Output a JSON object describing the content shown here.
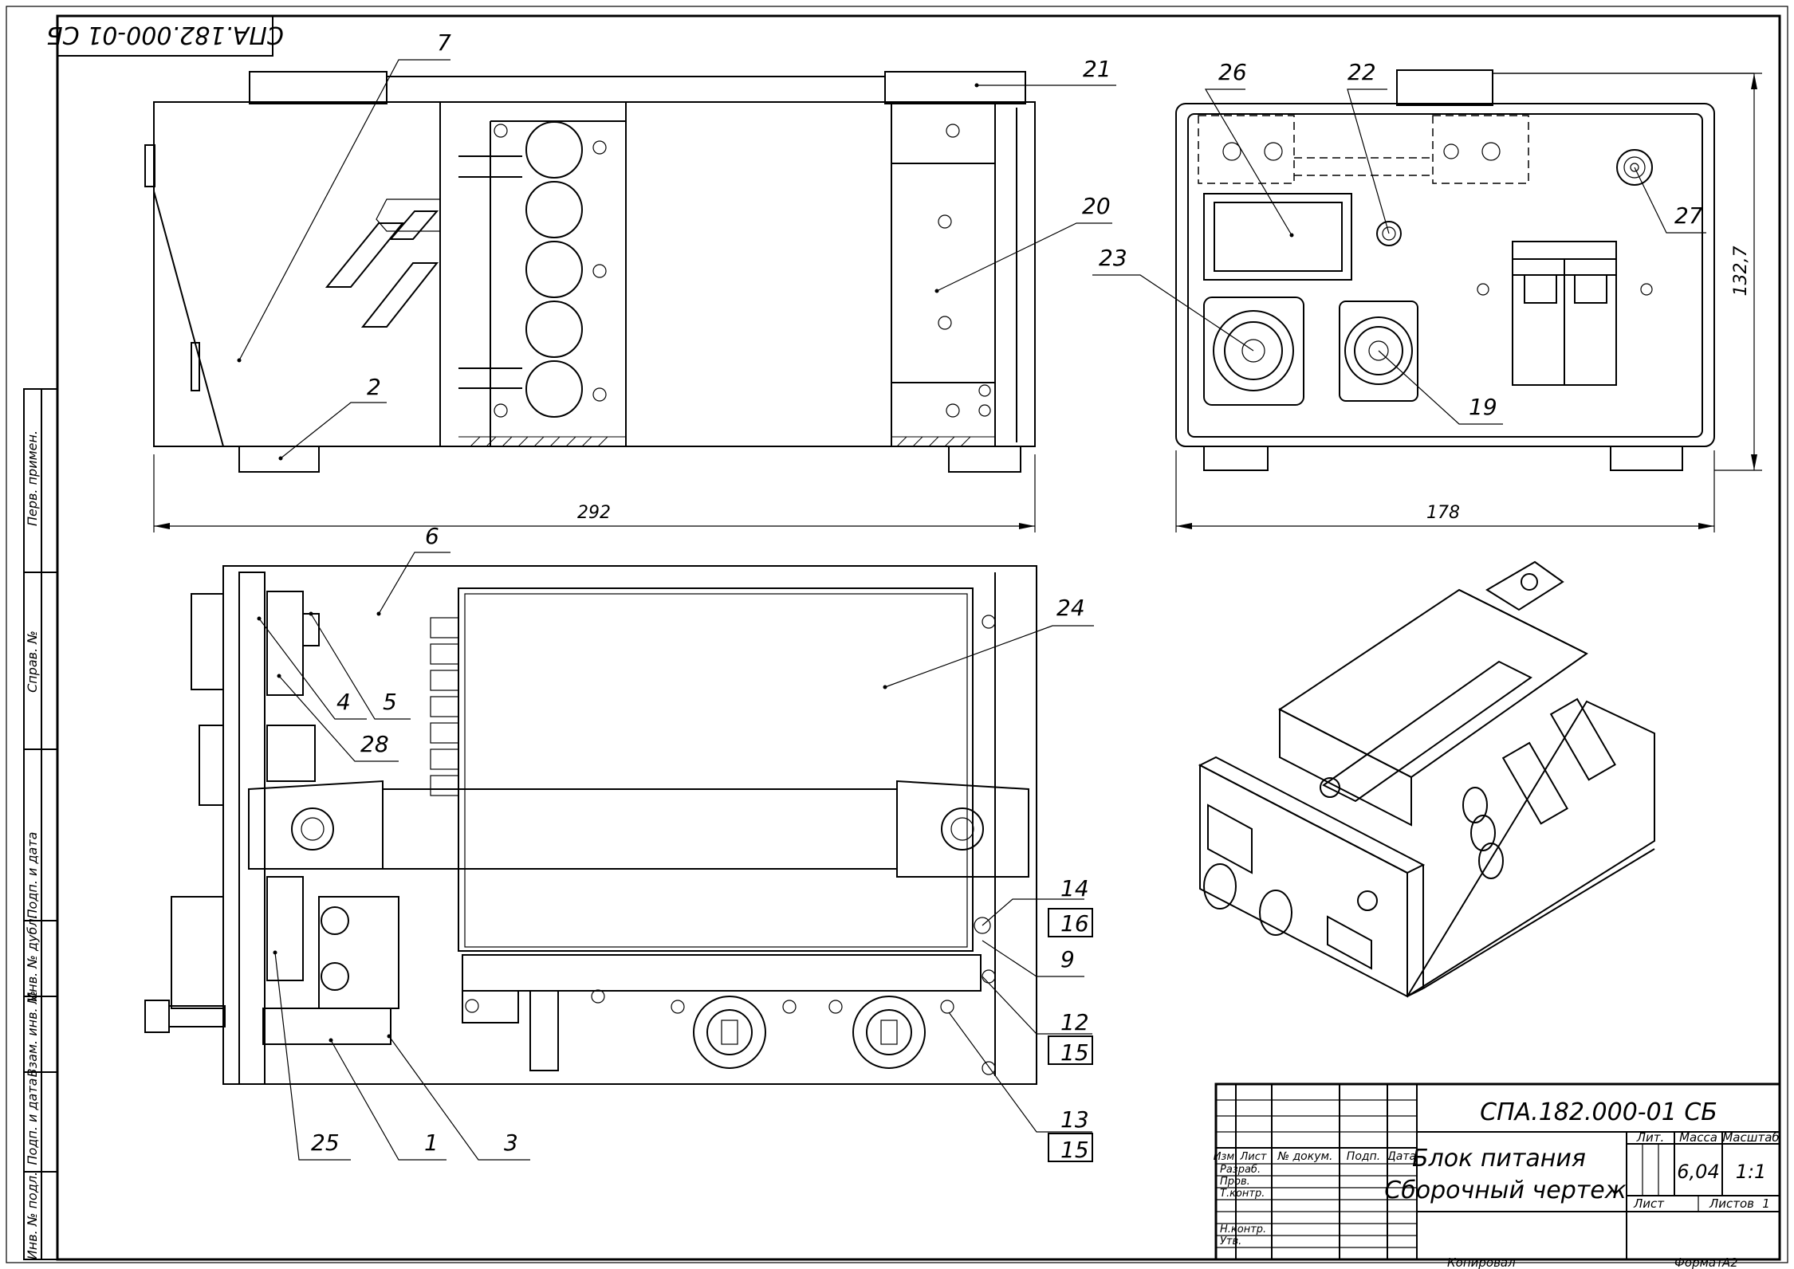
{
  "stamp_code": "СПА.182.000-01 СБ",
  "dimensions": {
    "width_side": "292",
    "width_front": "178",
    "height_front": "132,7"
  },
  "callouts": {
    "c1": "1",
    "c2": "2",
    "c3": "3",
    "c4": "4",
    "c5": "5",
    "c6": "6",
    "c7": "7",
    "c9": "9",
    "c12": "12",
    "c13": "13",
    "c14": "14",
    "c15a": "15",
    "c15b": "15",
    "c16": "16",
    "c19": "19",
    "c20": "20",
    "c21": "21",
    "c22": "22",
    "c23": "23",
    "c24": "24",
    "c25": "25",
    "c26": "26",
    "c27": "27",
    "c28": "28"
  },
  "side_margin_labels": [
    "Перв. примен.",
    "Справ. №",
    "Подп. и дата",
    "Инв. № дубл.",
    "Взам. инв. №",
    "Подп. и дата",
    "Инв. № подл."
  ],
  "title_block": {
    "code": "СПА.182.000-01 СБ",
    "name_line1": "Блок питания",
    "name_line2": "Сборочный чертеж",
    "col_izm": "Изм.",
    "col_list": "Лист",
    "col_doc": "№ докум.",
    "col_podp": "Подп.",
    "col_data": "Дата",
    "row_razrab": "Разраб.",
    "row_prov": "Пров.",
    "row_tkontr": "Т.контр.",
    "row_nkontr": "Н.контр.",
    "row_utv": "Утв.",
    "lit_label": "Лит.",
    "mass_label": "Масса",
    "scale_label": "Масштаб",
    "mass_value": "6,04",
    "scale_value": "1:1",
    "sheet_label": "Лист",
    "sheets_label": "Листов",
    "sheets_value": "1",
    "copied": "Копировал",
    "format_label": "Формат",
    "format_value": "A2"
  }
}
